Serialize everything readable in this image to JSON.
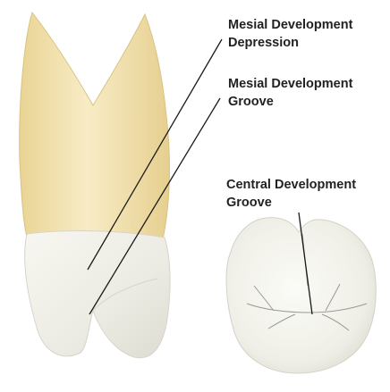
{
  "labels": {
    "mesial_depression": {
      "line1": "Mesial Development",
      "line2": "Depression"
    },
    "mesial_groove": {
      "line1": "Mesial Development",
      "line2": "Groove"
    },
    "central_groove": {
      "line1": "Central Development",
      "line2": "Groove"
    }
  },
  "colors": {
    "root": "#f3e3b0",
    "enamel": "#ecebe3",
    "groove_lines": "#8a8a85",
    "leader_lines": "#1a1a1a",
    "text": "#222222"
  }
}
